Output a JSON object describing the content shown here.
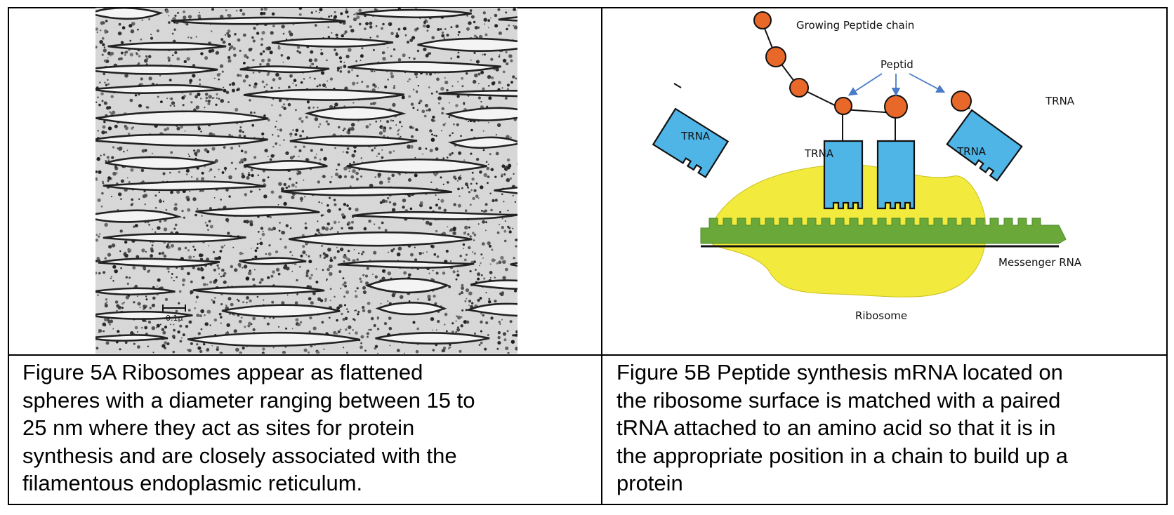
{
  "figure_5a": {
    "caption_lines": [
      "Figure 5A Ribosomes appear as flattened",
      "spheres with a diameter ranging between 15 to",
      "25 nm where they act as sites for protein",
      "synthesis and are closely associated with the",
      "filamentous endoplasmic reticulum."
    ],
    "scale_bar_label": "0.1μ"
  },
  "figure_5b": {
    "caption_lines": [
      "Figure 5B Peptide synthesis mRNA located on",
      "the ribosome surface is matched with a paired",
      "tRNA attached to an amino acid so that it is in",
      "the appropriate position in a chain to build up a",
      "protein"
    ],
    "labels": {
      "growing_chain": "Growing Peptide chain",
      "peptid": "Peptid",
      "trna_far_left": "TRNA",
      "trna_left": "TRNA",
      "trna_right": "TRNA",
      "trna_far_right": "TRNA",
      "messenger_rna": "Messenger RNA",
      "ribosome": "Ribosome"
    },
    "colors": {
      "amino_acid": "#e8682a",
      "trna": "#4fb4e6",
      "ribosome": "#f2ea3c",
      "mrna": "#6aa83a",
      "arrow": "#4a7bc8"
    }
  }
}
